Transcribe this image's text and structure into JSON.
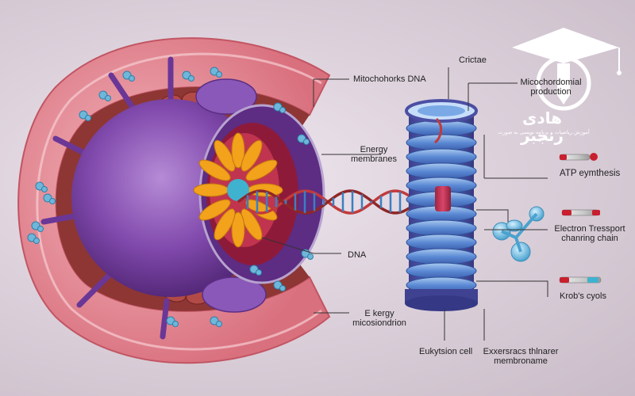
{
  "labels": {
    "mito_dna": "Mitochohorks DNA",
    "cristae": "Crictae",
    "production": "Micochordomial production",
    "energy_membranes": "Energy membranes",
    "atp": "ATP eymthesis",
    "electron": "Electron Tressport chanring chain",
    "dna": "DNA",
    "krebs": "Krob's cyols",
    "kergy": "E kergy micosiondrion",
    "eukaryotic": "Eukytsion cell",
    "membrane": "Exxersracs thlnarer membroname"
  },
  "logo": {
    "name": "هادی رنجبر",
    "tagline": "آموزش ریاضیات و برنامه نویسی به صورت عمیق"
  },
  "colors": {
    "outer_membrane": "#e07e8a",
    "inner_tissue": "#9a3f3d",
    "organelle": "#7e44a8",
    "crista_yellow": "#f2a21b",
    "dna_strand": "#c23a3a",
    "stack_blue": "#5f8fd6",
    "stack_purple": "#4b4fa3",
    "molecule": "#7fc6e6"
  }
}
